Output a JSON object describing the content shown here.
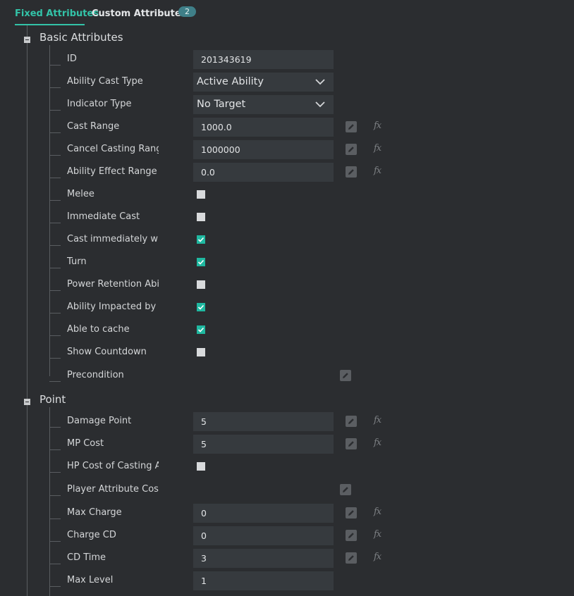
{
  "tabs": {
    "fixed": "Fixed Attributes",
    "custom": "Custom Attributes",
    "custom_count": "2"
  },
  "sections": {
    "basic": {
      "title": "Basic Attributes",
      "rows": [
        {
          "label": "ID",
          "value": "201343619"
        },
        {
          "label": "Ability Cast Type",
          "value": "Active Ability"
        },
        {
          "label": "Indicator Type",
          "value": "No Target"
        },
        {
          "label": "Cast Range",
          "value": "1000.0"
        },
        {
          "label": "Cancel Casting Range",
          "value": "1000000"
        },
        {
          "label": "Ability Effect Range",
          "value": "0.0"
        },
        {
          "label": "Melee",
          "checked": false
        },
        {
          "label": "Immediate Cast",
          "checked": false
        },
        {
          "label": "Cast immediately wher",
          "checked": true
        },
        {
          "label": "Turn",
          "checked": true
        },
        {
          "label": "Power Retention Abilit",
          "checked": false
        },
        {
          "label": "Ability Impacted by CD",
          "checked": true
        },
        {
          "label": "Able to cache",
          "checked": true
        },
        {
          "label": "Show Countdown",
          "checked": false
        },
        {
          "label": "Precondition"
        }
      ]
    },
    "point": {
      "title": "Point",
      "rows": [
        {
          "label": "Damage Point",
          "value": "5"
        },
        {
          "label": "MP Cost",
          "value": "5"
        },
        {
          "label": "HP Cost of Casting Ab",
          "checked": false
        },
        {
          "label": "Player Attribute Cost"
        },
        {
          "label": "Max Charge",
          "value": "0"
        },
        {
          "label": "Charge CD",
          "value": "0"
        },
        {
          "label": "CD Time",
          "value": "3"
        },
        {
          "label": "Max Level",
          "value": "1"
        }
      ]
    }
  },
  "icons": {
    "edit": "pencil-icon",
    "formula": "fx-icon",
    "dropdown": "chevron-down-icon",
    "collapse": "minus-square-icon"
  },
  "colors": {
    "accent": "#33c3a8",
    "checkbox_on": "#1fb8a0",
    "background": "#2b2d30",
    "field": "#363a3e"
  },
  "formula_glyph": "fx"
}
